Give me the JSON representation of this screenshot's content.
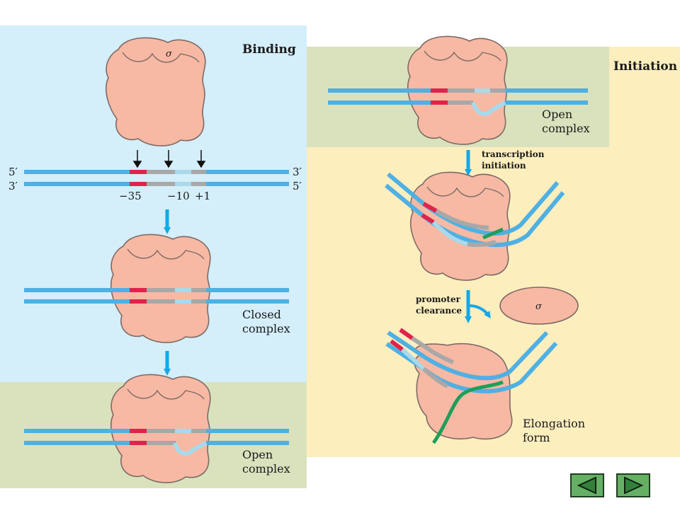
{
  "panels": {
    "binding": {
      "title": "Binding",
      "sigma": "σ",
      "strand_ends": {
        "top_left": "5′",
        "bottom_left": "3′",
        "top_right": "3′",
        "bottom_right": "5′"
      },
      "positions": {
        "minus35": "−35",
        "minus10": "−10",
        "plus1": "+1"
      },
      "closed_label_1": "Closed",
      "closed_label_2": "complex",
      "open_label_1": "Open",
      "open_label_2": "complex"
    },
    "initiation": {
      "title": "Initiation",
      "open_label_1": "Open",
      "open_label_2": "complex",
      "transcription_label_1": "transcription",
      "transcription_label_2": "initiation",
      "promoter_label_1": "promoter",
      "promoter_label_2": "clearance",
      "sigma": "σ",
      "elongation_label_1": "Elongation",
      "elongation_label_2": "form"
    }
  },
  "navigation": {
    "prev": "previous-icon",
    "next": "next-icon"
  },
  "colors": {
    "binding_bg": "#d4eefa",
    "open_bg": "#d9e2bc",
    "initiation_bg": "#fdeebe",
    "polymerase": "#f7b9a3",
    "dna": "#4fb0e3",
    "promoter_red": "#e0234b",
    "gray_region": "#a8a8a8",
    "light_blue_region": "#a9d9ea",
    "rna": "#1e9e5a",
    "arrow": "#15a8e8"
  }
}
